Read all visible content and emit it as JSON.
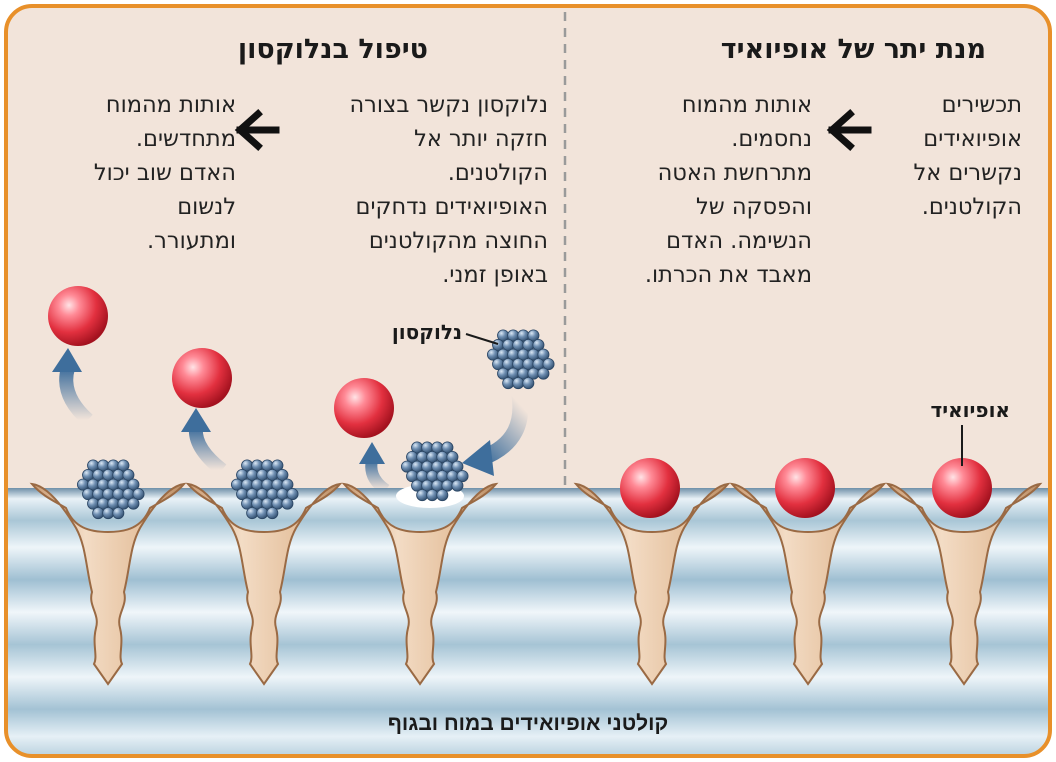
{
  "panels": {
    "overdose": {
      "title": "מנת יתר של אופיואיד",
      "desc_receptors": "תכשירים\nאופיואידים\nנקשרים אל\nהקולטנים.",
      "desc_effect": "אותות מהמוח\nנחסמים.\nמתרחשת האטה\nוהפסקה של\nהנשימה. האדם\nמאבד את הכרתו.",
      "label": "אופיואיד"
    },
    "naloxone": {
      "title": "טיפול בנלוקסון",
      "desc_binding": "נלוקסון נקשר בצורה\nחזקה יותר אל\nהקולטנים.\nהאופיואידים נדחקים\nהחוצה מהקולטנים\nבאופן זמני.",
      "desc_effect": "אותות מהמוח\nמתחדשים.\nהאדם שוב יכול\nלנשום\nומתעורר.",
      "label": "נלוקסון"
    }
  },
  "bottom_label": "קולטני אופיואידים במוח ובגוף",
  "colors": {
    "frame_border": "#E8902A",
    "background_top": "#F2E4DA",
    "membrane": "#A9C6D6",
    "receptor": "#E8C4A2",
    "opioid": "#E23A48",
    "naloxone": "#5A7898",
    "arrow": "#3E6E9C"
  }
}
